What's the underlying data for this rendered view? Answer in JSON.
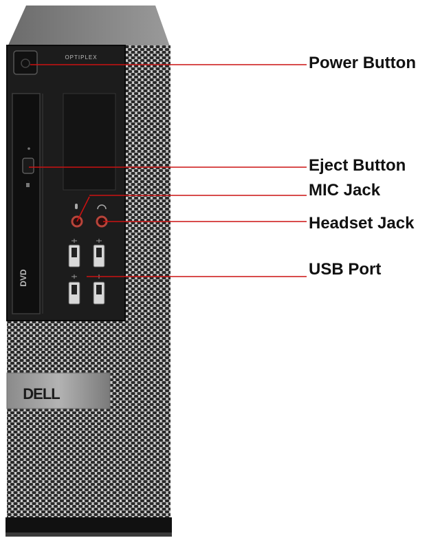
{
  "device": {
    "model_badge": "OPTIPLEX",
    "brand_logo": "DELL",
    "drive_logo": "DVD"
  },
  "callouts": {
    "power": "Power Button",
    "eject": "Eject Button",
    "mic": "MIC Jack",
    "headset": "Headset Jack",
    "usb": "USB Port"
  },
  "colors": {
    "leader_line": "#cc1111",
    "chassis_dark": "#1a1a1a",
    "chassis_mesh": "#b8b8b8"
  },
  "icons": [
    "microphone-icon",
    "headphone-icon",
    "usb-icon",
    "dvd-logo-icon",
    "power-icon"
  ]
}
